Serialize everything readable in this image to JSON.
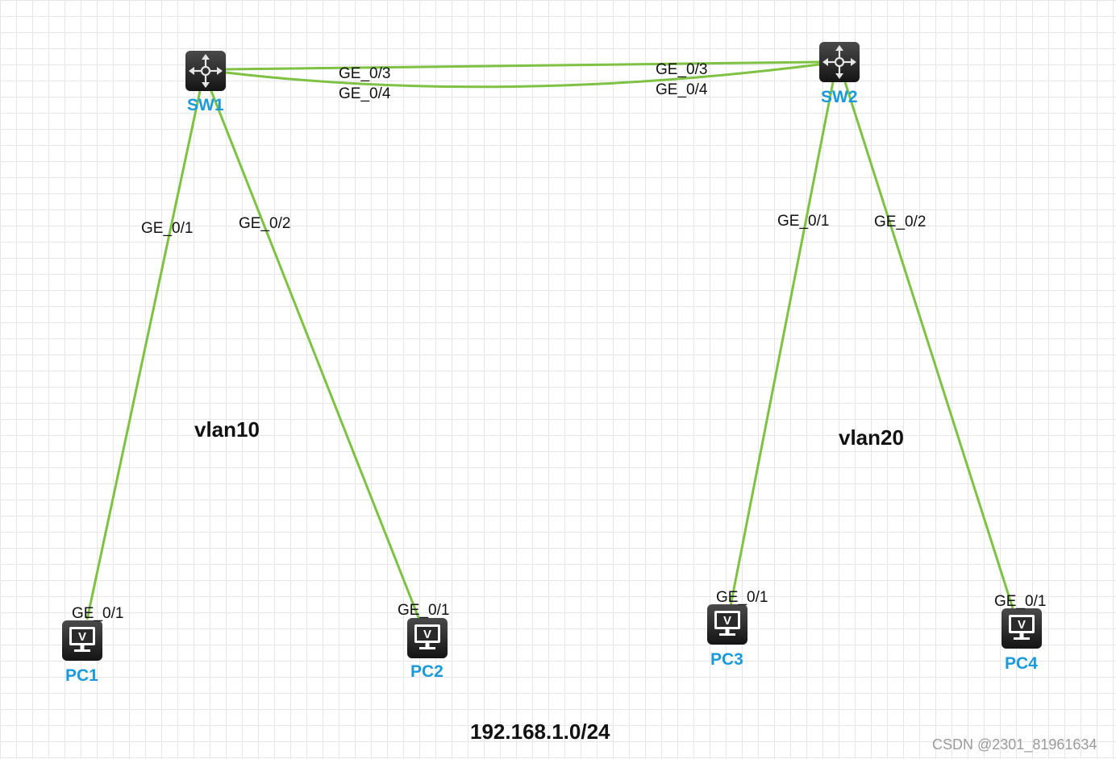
{
  "devices": {
    "sw1": {
      "label": "SW1",
      "icon": "switch-icon"
    },
    "sw2": {
      "label": "SW2",
      "icon": "switch-icon"
    },
    "pc1": {
      "label": "PC1",
      "icon": "pc-icon"
    },
    "pc2": {
      "label": "PC2",
      "icon": "pc-icon"
    },
    "pc3": {
      "label": "PC3",
      "icon": "pc-icon"
    },
    "pc4": {
      "label": "PC4",
      "icon": "pc-icon"
    }
  },
  "ports": {
    "sw1_ge03": "GE_0/3",
    "sw1_ge04": "GE_0/4",
    "sw2_ge03": "GE_0/3",
    "sw2_ge04": "GE_0/4",
    "sw1_ge01": "GE_0/1",
    "sw1_ge02": "GE_0/2",
    "sw2_ge01": "GE_0/1",
    "sw2_ge02": "GE_0/2",
    "pc1_ge01": "GE_0/1",
    "pc2_ge01": "GE_0/1",
    "pc3_ge01": "GE_0/1",
    "pc4_ge01": "GE_0/1"
  },
  "notes": {
    "vlan10": "vlan10",
    "vlan20": "vlan20",
    "subnet": "192.168.1.0/24"
  },
  "watermark": "CSDN @2301_81961634",
  "colors": {
    "link": "#7dc242",
    "device_label": "#1a9ad8",
    "device_body": "#1f1f1f"
  }
}
